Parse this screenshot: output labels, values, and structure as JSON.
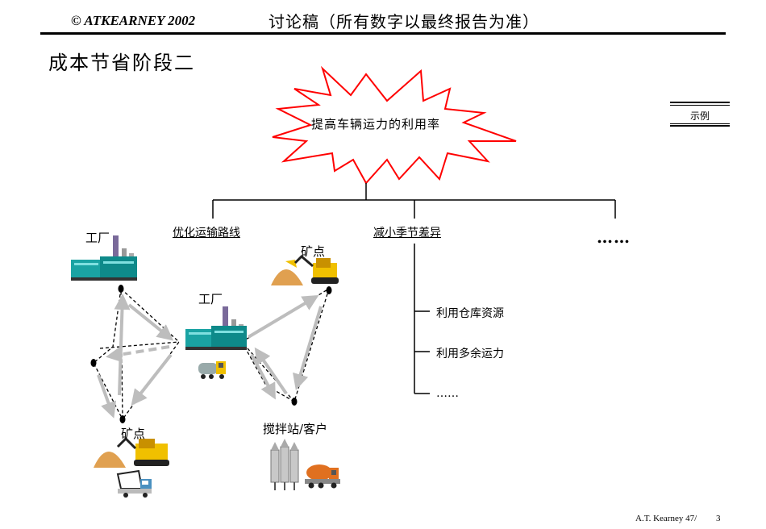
{
  "header": {
    "copyright": "© ATKEARNEY 2002",
    "title": "讨论稿（所有数字以最终报告为准）"
  },
  "page_title": "成本节省阶段二",
  "badge": {
    "label": "示例"
  },
  "central_node": {
    "label": "提高车辆运力的利用率"
  },
  "branches": [
    {
      "label": "优化运输路线"
    },
    {
      "label": "减小季节差异",
      "items": [
        "利用仓库资源",
        "利用多余运力",
        "……"
      ]
    },
    {
      "label": "……"
    }
  ],
  "map_labels": {
    "factory_left": "工厂",
    "factory_center": "工厂",
    "mine_top": "矿点",
    "mine_bottom": "矿点",
    "mixing_station": "搅拌站/客户"
  },
  "footer": {
    "left": "A.T. Kearney 47/",
    "right": "3"
  }
}
